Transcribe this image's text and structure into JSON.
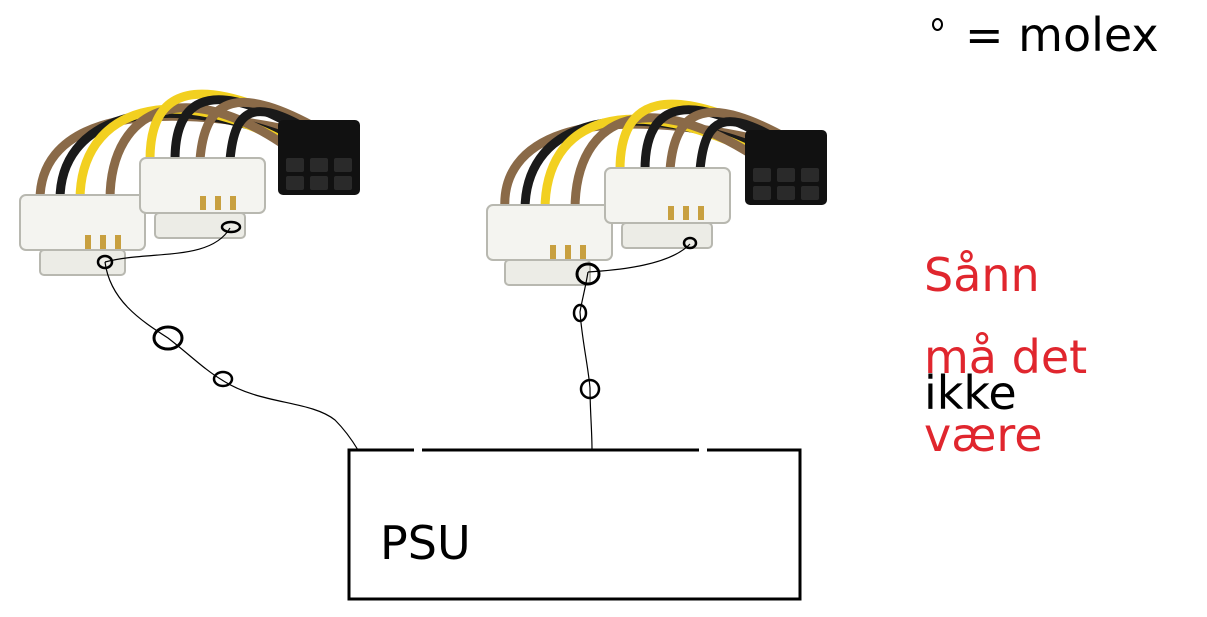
{
  "legend": {
    "symbol_icon": "small-circle-icon",
    "text": "= molex"
  },
  "psu": {
    "label": "PSU"
  },
  "note": {
    "line1": "Sånn",
    "line2": "må det",
    "line3": "ikke",
    "line4": "være"
  },
  "colors": {
    "note_red": "#e0262e",
    "note_black": "#000000",
    "wire_yellow": "#f2d020",
    "wire_brown": "#8a6a48",
    "wire_black": "#1a1a1a",
    "connector_white": "#f4f4f0",
    "connector_black": "#111111",
    "pin_gold": "#c8a040"
  }
}
